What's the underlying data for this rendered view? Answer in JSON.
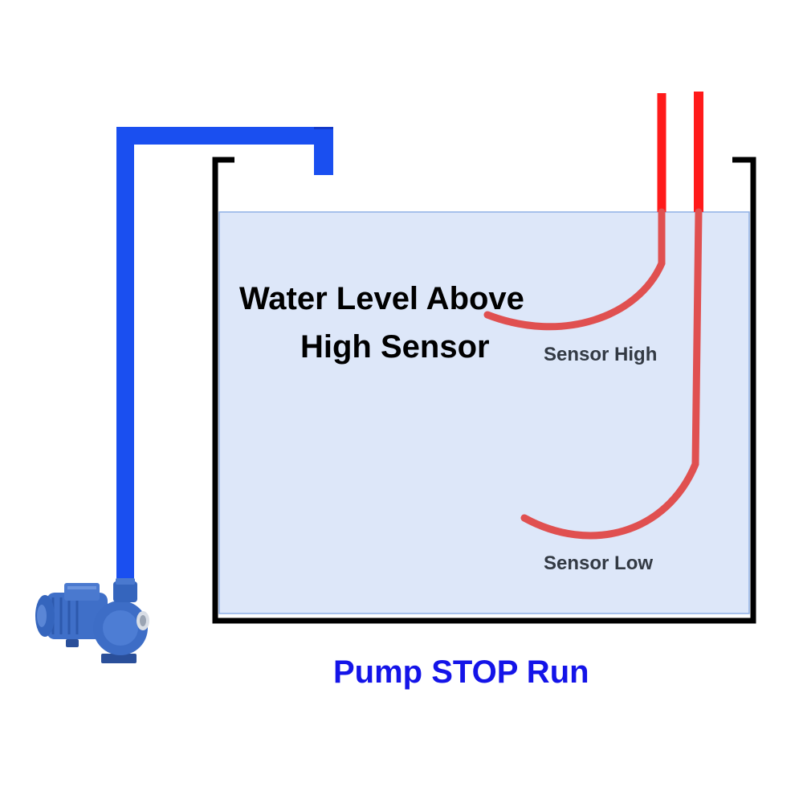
{
  "diagram": {
    "title_line_1": "Water Level Above",
    "title_line_2": "High Sensor",
    "sensor_high_label": "Sensor High",
    "sensor_low_label": "Sensor Low",
    "pump_status": "Pump STOP Run"
  },
  "colors": {
    "tank_wall": "#000000",
    "water_fill": "#dde7f9",
    "water_outline": "#8fb0e6",
    "pipe": "#1a4ff0",
    "pipe_dark": "#1238c8",
    "sensor_probe": "#ff1a1a",
    "sensor_probe_submerged": "#e05050",
    "status_text": "#1414e8",
    "sensor_label_text": "#333a44"
  },
  "icons": [
    "water-pump-icon"
  ]
}
